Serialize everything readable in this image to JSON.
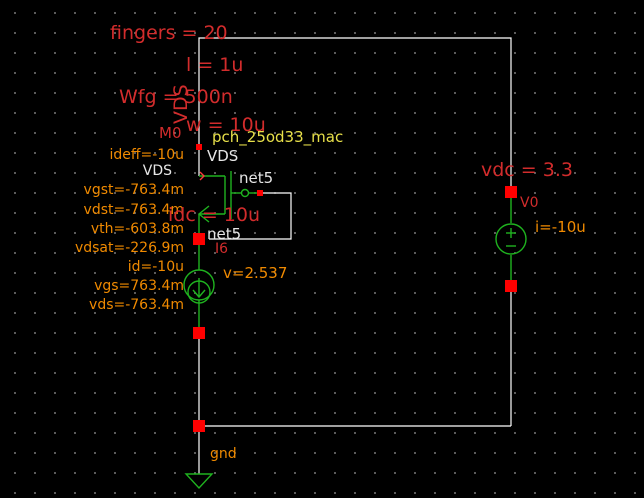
{
  "params": {
    "fingers": "fingers = 20",
    "l": "l = 1u",
    "wfg": "Wfg = 500n",
    "w": "w = 10u"
  },
  "vds_label": "VDS",
  "m0": {
    "instance": "M0",
    "model": "pch_25od33_mac",
    "drain_label": "VDS",
    "gate_net": "net5",
    "source_net": "net5"
  },
  "op_points": {
    "ideff": "ideff=-10u",
    "pin_vds": "VDS",
    "vgst": "vgst=-763.4m",
    "vdst": "vdst=-763.4m",
    "vth": "vth=-603.8m",
    "vdsat": "vdsat=-226.9m",
    "id": "id=-10u",
    "vgs": "vgs=763.4m",
    "vds": "vds=-763.4m"
  },
  "i6": {
    "instance": "I6",
    "idc": "idc = 10u",
    "voltage": "v=2.537"
  },
  "v0": {
    "instance": "V0",
    "vdc": "vdc = 3.3",
    "current": "i=-10u"
  },
  "gnd_label": "gnd",
  "colors": {
    "background": "#000000",
    "wire": "#ffffff",
    "pin": "#ff0000",
    "device": "#1fb31f",
    "parameter": "#d22c2c",
    "annotation": "#f08a00",
    "model": "#e8e04a"
  }
}
